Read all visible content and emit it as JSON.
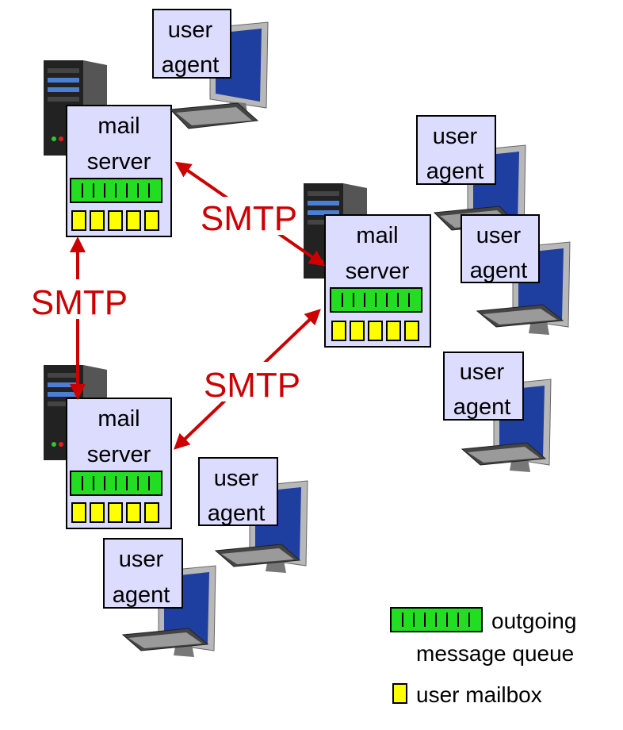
{
  "colors": {
    "box_fill": "#dcdcff",
    "box_border": "#000000",
    "queue_green": "#22dd22",
    "mailbox_yellow": "#ffff00",
    "arrow_red": "#cc0000",
    "screen_blue": "#1e3fa0"
  },
  "labels": {
    "user_line1": "user",
    "user_line2": "agent",
    "mail_line1": "mail",
    "mail_line2": "server",
    "smtp": "SMTP"
  },
  "legend": {
    "outgoing_line1": "outgoing",
    "outgoing_line2": "message queue",
    "mailbox": "user mailbox"
  }
}
